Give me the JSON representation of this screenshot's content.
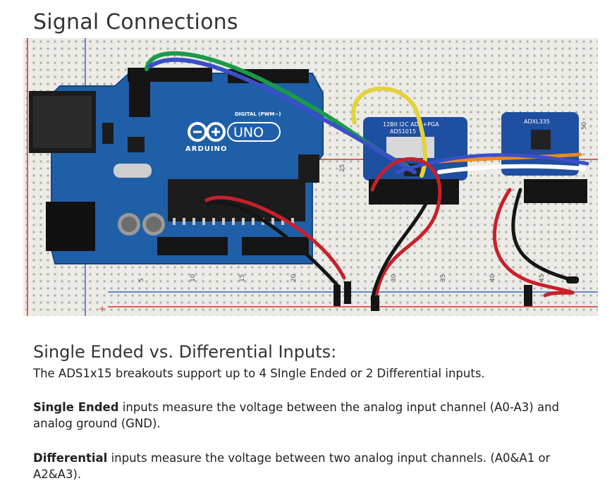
{
  "page": {
    "title": "Signal Connections",
    "subtitle": "Single Ended vs. Differential Inputs:",
    "intro": "The ADS1x15 breakouts support up to 4 SIngle Ended or 2 Differential inputs.",
    "single_ended": {
      "bold": "Single Ended",
      "text": " inputs measure the voltage between the analog input channel (A0-A3) and analog ground (GND)."
    },
    "differential": {
      "bold": "Differential",
      "text": " inputs measure the voltage between two analog input channels.  (A0&A1 or A2&A3)."
    }
  },
  "photo": {
    "arduino_logo": "ARDUINO",
    "arduino_model": "UNO",
    "header_label": "DIGITAL (PWM~)",
    "ads_label_1": "12Bit I2C ADC+PGA",
    "ads_label_2": "ADS1015",
    "adxl_label": "ADXL335",
    "row_numbers": [
      "5",
      "10",
      "15",
      "20",
      "25",
      "30",
      "35",
      "40",
      "45",
      "50"
    ]
  },
  "colors": {
    "board": "#1f5fa8",
    "breadboard": "#eceae4",
    "wire_red": "#c8202a",
    "wire_black": "#151515",
    "wire_yellow": "#e3d23a",
    "wire_green": "#1a9a4a",
    "wire_blue": "#3a4fc8",
    "wire_orange": "#f08a1c"
  }
}
